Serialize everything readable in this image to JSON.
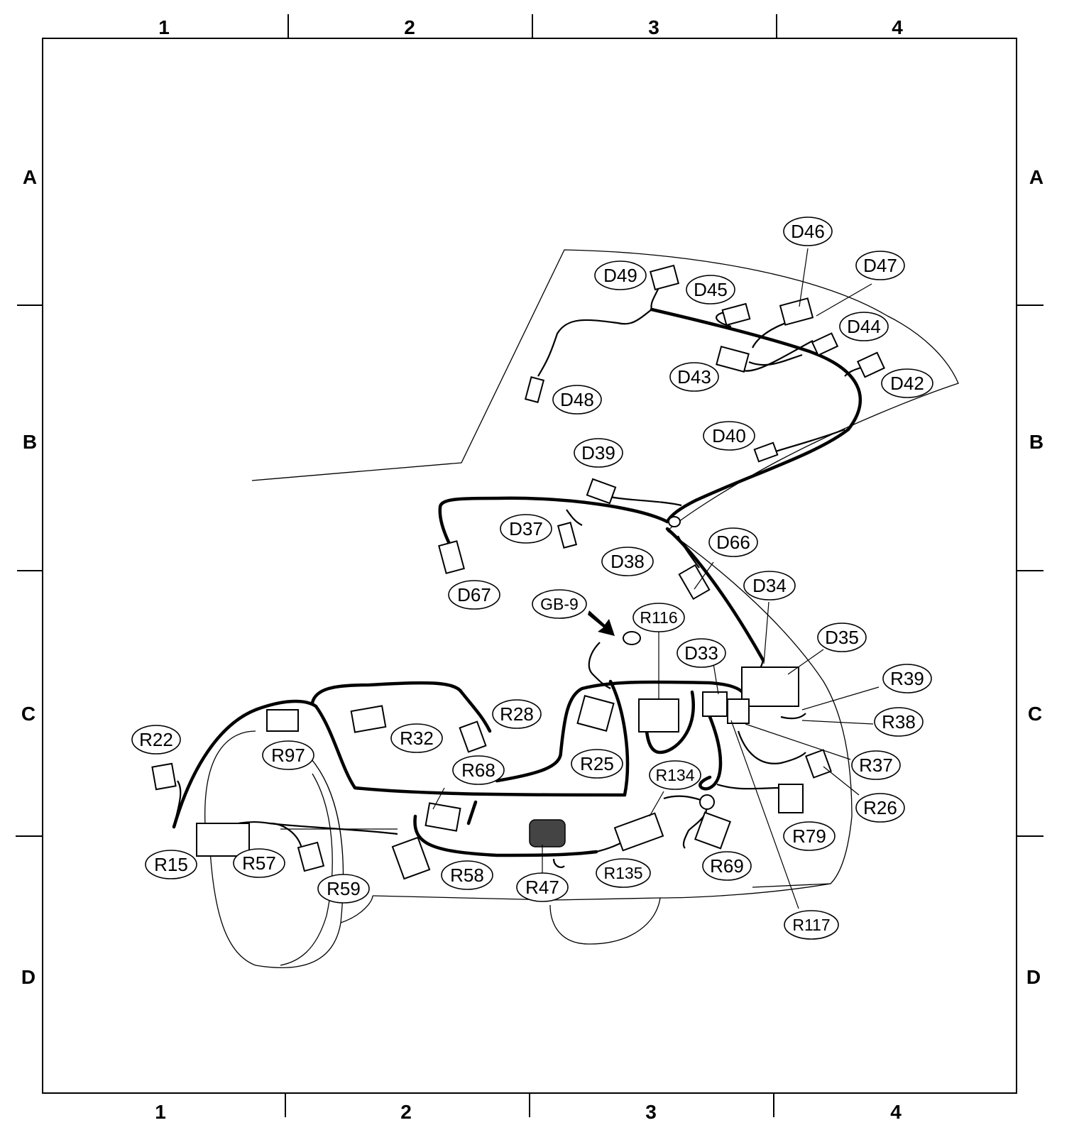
{
  "grid": {
    "columns": [
      "1",
      "2",
      "3",
      "4"
    ],
    "rows": [
      "A",
      "B",
      "C",
      "D"
    ]
  },
  "connectors": [
    {
      "id": "D46"
    },
    {
      "id": "D47"
    },
    {
      "id": "D49"
    },
    {
      "id": "D45"
    },
    {
      "id": "D44"
    },
    {
      "id": "D43"
    },
    {
      "id": "D42"
    },
    {
      "id": "D48"
    },
    {
      "id": "D40"
    },
    {
      "id": "D39"
    },
    {
      "id": "D37"
    },
    {
      "id": "D38"
    },
    {
      "id": "D66"
    },
    {
      "id": "D67"
    },
    {
      "id": "D34"
    },
    {
      "id": "GB-9"
    },
    {
      "id": "R116"
    },
    {
      "id": "D35"
    },
    {
      "id": "D33"
    },
    {
      "id": "R39"
    },
    {
      "id": "R38"
    },
    {
      "id": "R28"
    },
    {
      "id": "R22"
    },
    {
      "id": "R32"
    },
    {
      "id": "R97"
    },
    {
      "id": "R25"
    },
    {
      "id": "R68"
    },
    {
      "id": "R134"
    },
    {
      "id": "R37"
    },
    {
      "id": "R26"
    },
    {
      "id": "R79"
    },
    {
      "id": "R15"
    },
    {
      "id": "R57"
    },
    {
      "id": "R58"
    },
    {
      "id": "R47"
    },
    {
      "id": "R135"
    },
    {
      "id": "R69"
    },
    {
      "id": "R59"
    },
    {
      "id": "R117"
    }
  ]
}
